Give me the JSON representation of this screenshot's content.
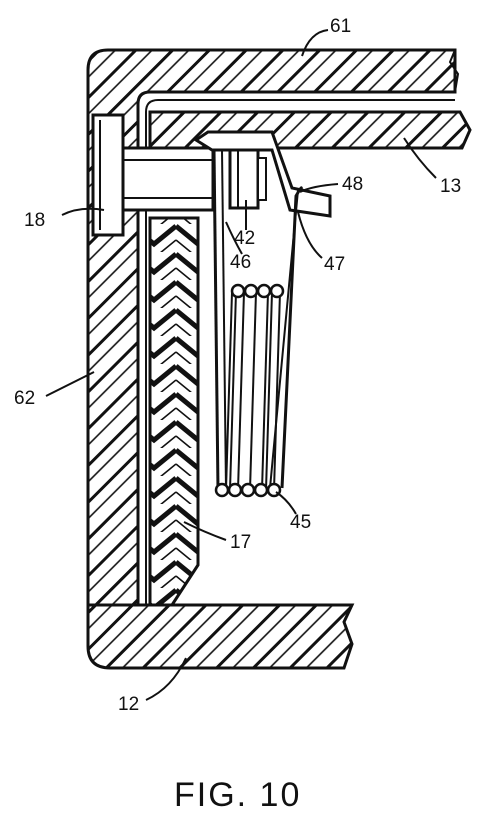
{
  "figure": {
    "caption": "FIG. 10",
    "labels": {
      "n61": "61",
      "n13": "13",
      "n48": "48",
      "n42": "42",
      "n18": "18",
      "n46": "46",
      "n47": "47",
      "n62": "62",
      "n45": "45",
      "n17": "17",
      "n12": "12"
    }
  }
}
